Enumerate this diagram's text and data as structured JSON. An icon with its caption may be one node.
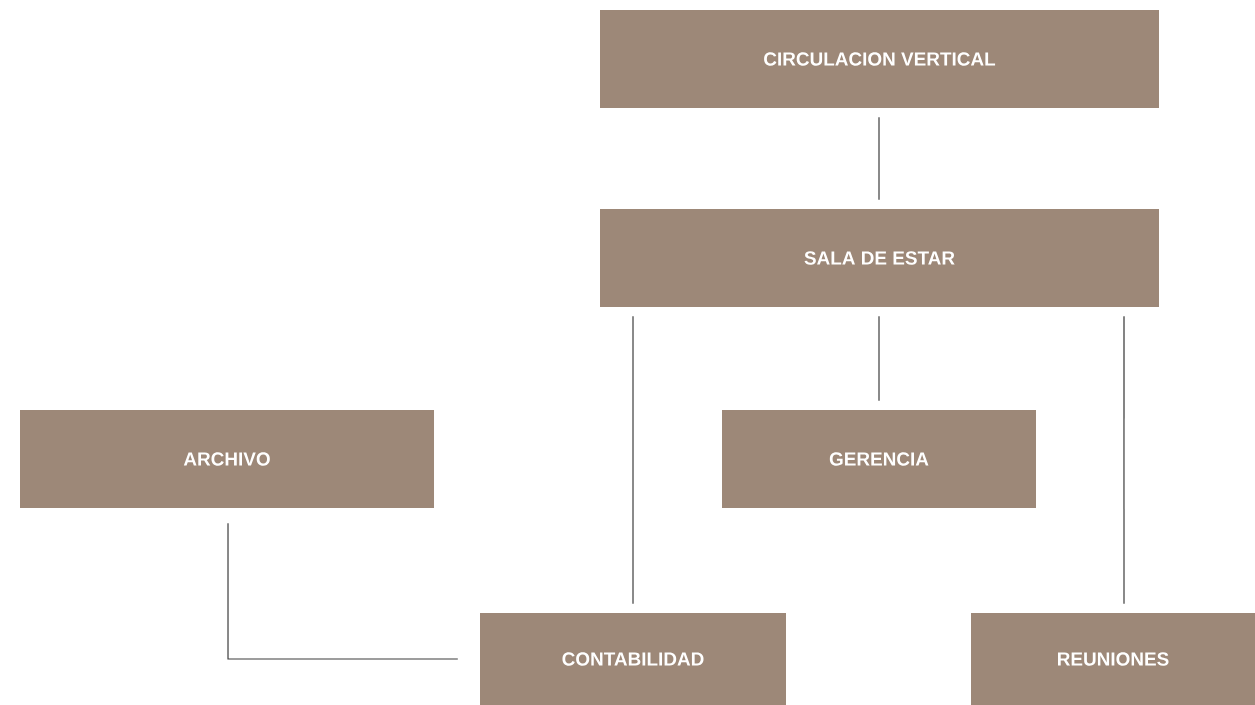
{
  "diagram": {
    "nodes": [
      {
        "text": [
          "CIRCULACION VERTICAL"
        ]
      },
      {
        "text": [
          "SALA DE ESTAR"
        ]
      },
      {
        "text": [
          "ARCHIVO"
        ]
      },
      {
        "text": [
          "GERENCIA"
        ]
      },
      {
        "text": [
          "CONTABILIDAD"
        ]
      },
      {
        "text": [
          "REUNIONES"
        ]
      }
    ],
    "edges": [
      {
        "from": 0,
        "to": 1,
        "arrow": "none"
      },
      {
        "from": 1,
        "to": 4,
        "arrow": "none"
      },
      {
        "from": 1,
        "to": 3,
        "arrow": "none"
      },
      {
        "from": 1,
        "to": 5,
        "arrow": "none"
      },
      {
        "from": 2,
        "to": 4,
        "arrow": "none"
      }
    ]
  }
}
